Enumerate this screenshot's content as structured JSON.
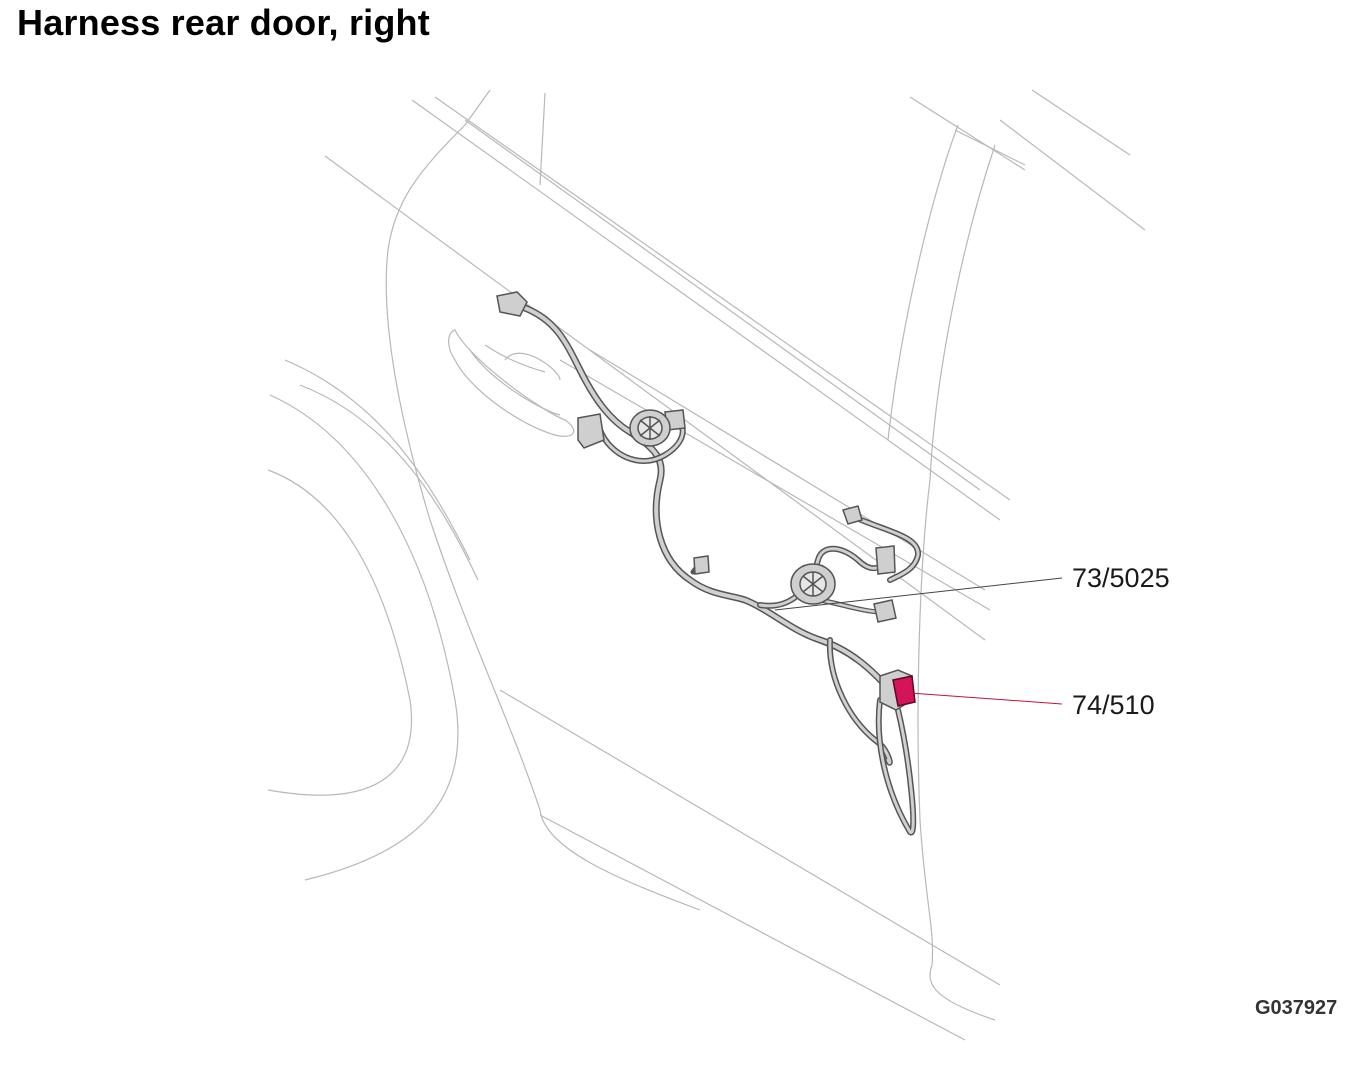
{
  "title": "Harness rear door, right",
  "callouts": [
    {
      "id": "73/5025",
      "color": "#333333"
    },
    {
      "id": "74/510",
      "color": "#c0143c"
    }
  ],
  "figure_id": "G037927",
  "colors": {
    "outline": "#b5b5b5",
    "harness": "#555555",
    "harness_fill": "#cfcfcf",
    "highlight": "#d4145a"
  }
}
